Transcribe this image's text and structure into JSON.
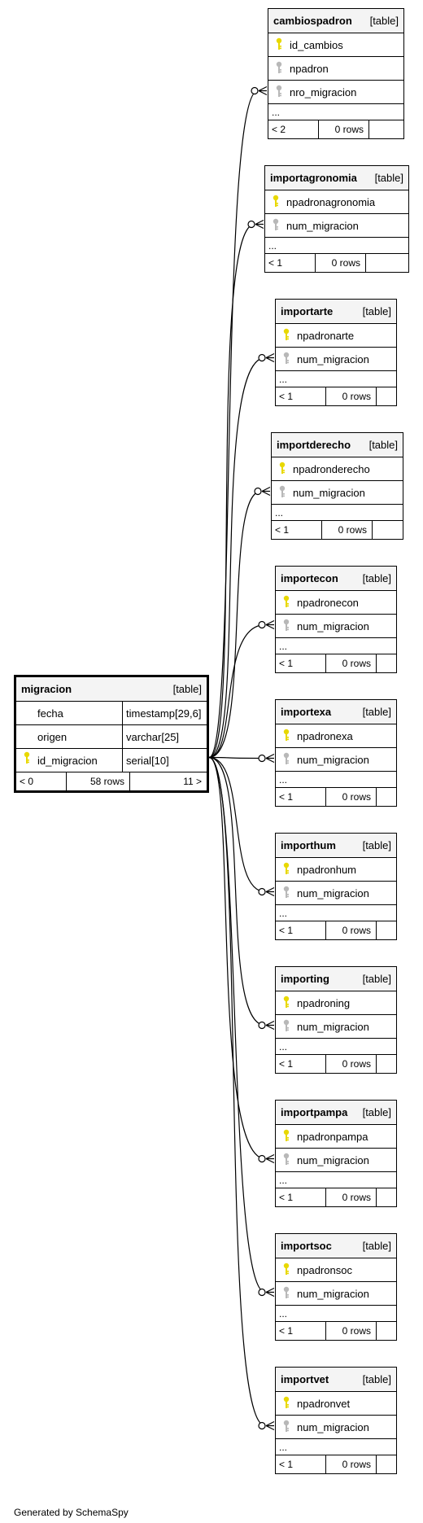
{
  "main": {
    "name": "migracion",
    "kind": "[table]",
    "columns": [
      {
        "name": "fecha",
        "type": "timestamp[29,6]",
        "pk": false
      },
      {
        "name": "origen",
        "type": "varchar[25]",
        "pk": false
      },
      {
        "name": "id_migracion",
        "type": "serial[10]",
        "pk": true
      }
    ],
    "footer": {
      "parents": "< 0",
      "rows": "58 rows",
      "children": "11 >"
    }
  },
  "tables": [
    {
      "name": "cambiospadron",
      "kind": "[table]",
      "pk": "id_cambios",
      "cols": [
        "npadron",
        "nro_migracion"
      ],
      "ellipsis": "...",
      "parents": "< 2",
      "rows": "0 rows"
    },
    {
      "name": "importagronomia",
      "kind": "[table]",
      "pk": "npadronagronomia",
      "cols": [
        "num_migracion"
      ],
      "ellipsis": "...",
      "parents": "< 1",
      "rows": "0 rows"
    },
    {
      "name": "importarte",
      "kind": "[table]",
      "pk": "npadronarte",
      "cols": [
        "num_migracion"
      ],
      "ellipsis": "...",
      "parents": "< 1",
      "rows": "0 rows"
    },
    {
      "name": "importderecho",
      "kind": "[table]",
      "pk": "npadronderecho",
      "cols": [
        "num_migracion"
      ],
      "ellipsis": "...",
      "parents": "< 1",
      "rows": "0 rows"
    },
    {
      "name": "importecon",
      "kind": "[table]",
      "pk": "npadronecon",
      "cols": [
        "num_migracion"
      ],
      "ellipsis": "...",
      "parents": "< 1",
      "rows": "0 rows"
    },
    {
      "name": "importexa",
      "kind": "[table]",
      "pk": "npadronexa",
      "cols": [
        "num_migracion"
      ],
      "ellipsis": "...",
      "parents": "< 1",
      "rows": "0 rows"
    },
    {
      "name": "importhum",
      "kind": "[table]",
      "pk": "npadronhum",
      "cols": [
        "num_migracion"
      ],
      "ellipsis": "...",
      "parents": "< 1",
      "rows": "0 rows"
    },
    {
      "name": "importing",
      "kind": "[table]",
      "pk": "npadroning",
      "cols": [
        "num_migracion"
      ],
      "ellipsis": "...",
      "parents": "< 1",
      "rows": "0 rows"
    },
    {
      "name": "importpampa",
      "kind": "[table]",
      "pk": "npadronpampa",
      "cols": [
        "num_migracion"
      ],
      "ellipsis": "...",
      "parents": "< 1",
      "rows": "0 rows"
    },
    {
      "name": "importsoc",
      "kind": "[table]",
      "pk": "npadronsoc",
      "cols": [
        "num_migracion"
      ],
      "ellipsis": "...",
      "parents": "< 1",
      "rows": "0 rows"
    },
    {
      "name": "importvet",
      "kind": "[table]",
      "pk": "npadronvet",
      "cols": [
        "num_migracion"
      ],
      "ellipsis": "...",
      "parents": "< 1",
      "rows": "0 rows"
    }
  ],
  "colors": {
    "pk_key": "#e8d800",
    "fk_key": "#b8b8b8",
    "header_bg": "#f4f4f4"
  },
  "footer_text": "Generated by SchemaSpy"
}
